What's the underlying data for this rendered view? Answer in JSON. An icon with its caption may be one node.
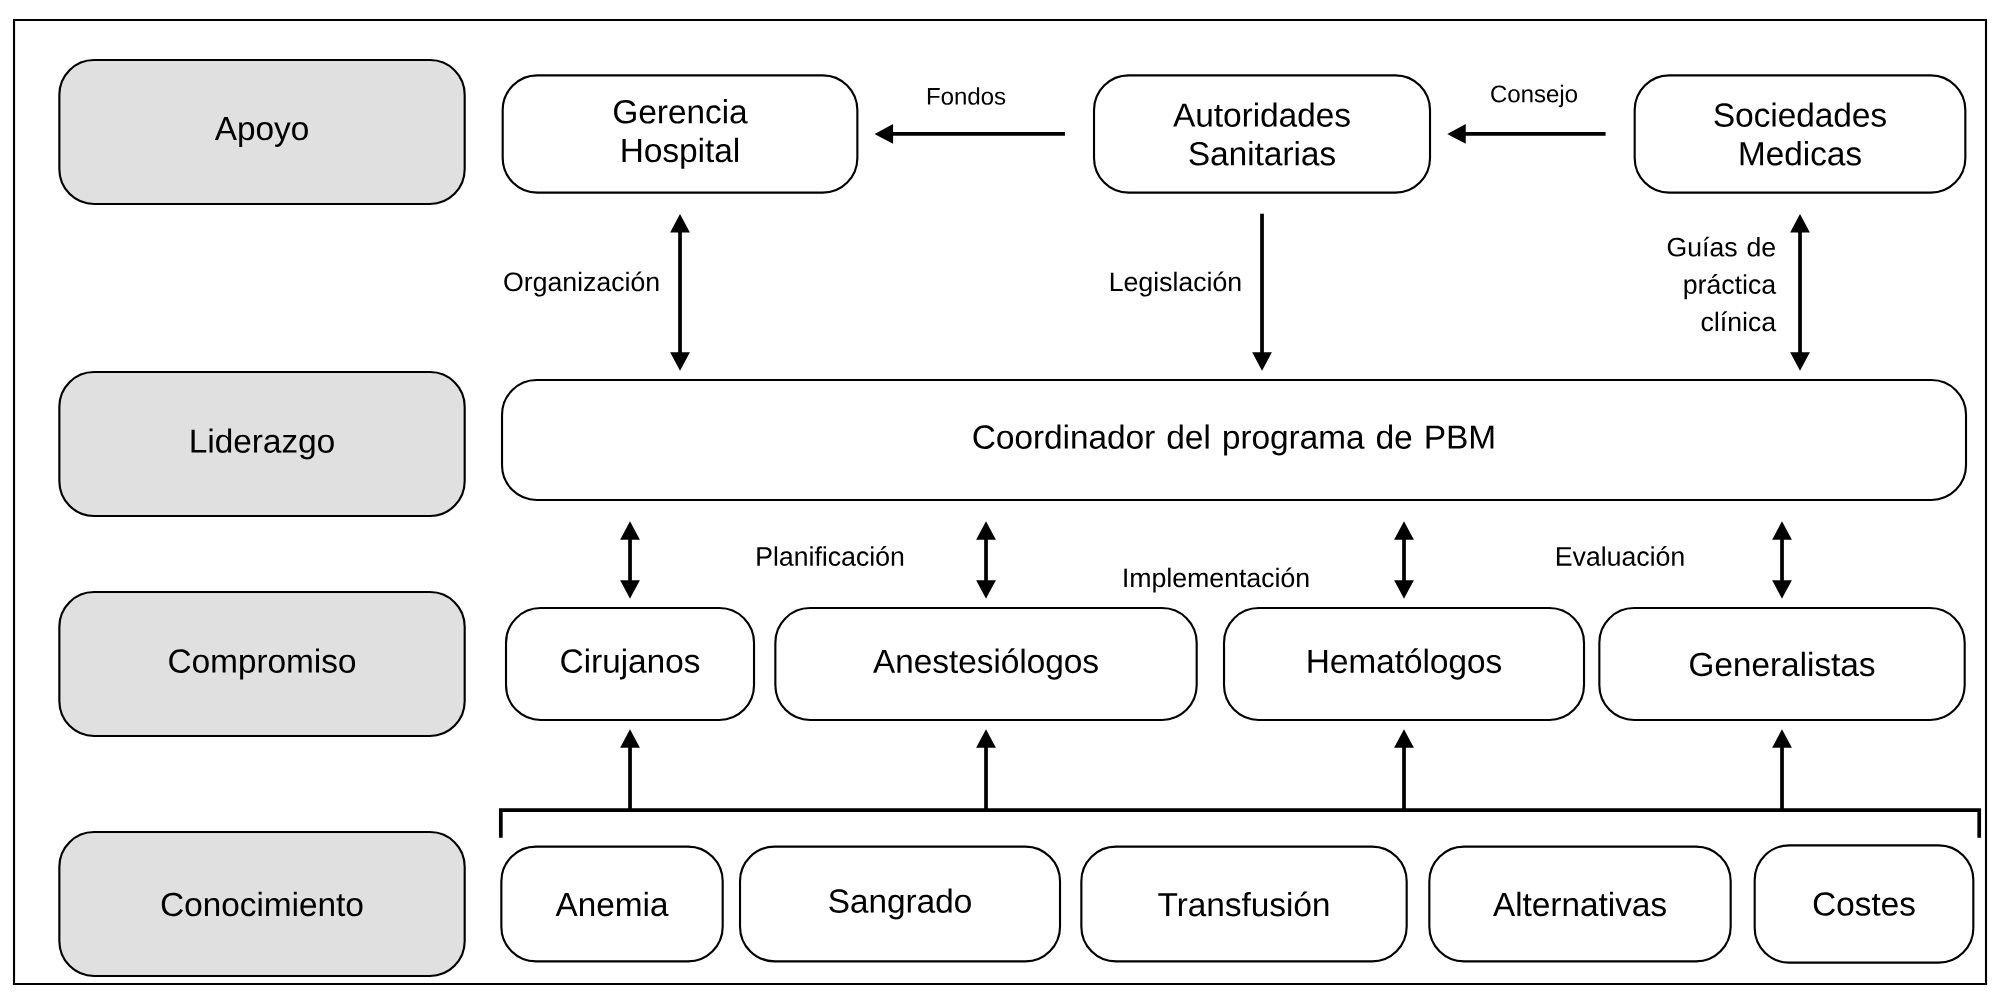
{
  "diagram": {
    "nodes": [
      {
        "text": [
          "Apoyo"
        ]
      },
      {
        "text": [
          "Gerencia Hospital"
        ]
      },
      {
        "text": [
          "Autoridades Sanitarias"
        ]
      },
      {
        "text": [
          "Sociedades Medicas"
        ]
      },
      {
        "text": [
          "Liderazgo"
        ]
      },
      {
        "text": [
          "Coordinador del programa de PBM"
        ]
      },
      {
        "text": [
          "Compromiso"
        ]
      },
      {
        "text": [
          "Cirujanos"
        ]
      },
      {
        "text": [
          "Anestesiólogos"
        ]
      },
      {
        "text": [
          "Hematólogos"
        ]
      },
      {
        "text": [
          "Generalistas"
        ]
      },
      {
        "text": [
          "Conocimiento"
        ]
      },
      {
        "text": [
          "Anemia"
        ]
      },
      {
        "text": [
          "Sangrado"
        ]
      },
      {
        "text": [
          "Transfusión"
        ]
      },
      {
        "text": [
          "Alternativas"
        ]
      },
      {
        "text": [
          "Costes"
        ]
      },
      {
        "text": [],
        "shape": "bar"
      }
    ],
    "edges": [
      {
        "from": 2,
        "to": 1,
        "arrow": "to",
        "label": "Fondos"
      },
      {
        "from": 3,
        "to": 2,
        "arrow": "to",
        "label": "Consejo"
      },
      {
        "from": 1,
        "to": 5,
        "arrow": "both",
        "label": "Organización"
      },
      {
        "from": 2,
        "to": 5,
        "arrow": "to",
        "label": "Legislación"
      },
      {
        "from": 3,
        "to": 5,
        "arrow": "both",
        "label": "Guías de práctica clínica"
      },
      {
        "from": 5,
        "to": 7,
        "arrow": "both"
      },
      {
        "from": 5,
        "to": 8,
        "arrow": "both"
      },
      {
        "from": 5,
        "to": 9,
        "arrow": "both"
      },
      {
        "from": 5,
        "to": 10,
        "arrow": "both"
      },
      {
        "from": 17,
        "to": 7,
        "arrow": "to"
      },
      {
        "from": 17,
        "to": 8,
        "arrow": "to"
      },
      {
        "from": 17,
        "to": 9,
        "arrow": "to"
      },
      {
        "from": 17,
        "to": 10,
        "arrow": "to"
      }
    ],
    "labels": [
      "Planificación",
      "Implementación",
      "Evaluación"
    ]
  }
}
